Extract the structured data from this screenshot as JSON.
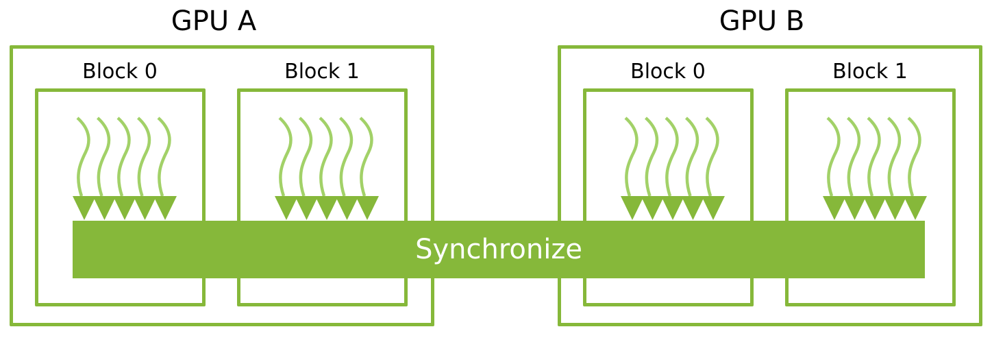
{
  "colors": {
    "frame": "#86b83a",
    "thread": "#a2d168",
    "arrow": "#86b83a",
    "sync_text": "#ffffff"
  },
  "gpus": [
    {
      "title": "GPU A",
      "blocks": [
        {
          "label": "Block 0",
          "threads": 5
        },
        {
          "label": "Block 1",
          "threads": 5
        }
      ]
    },
    {
      "title": "GPU B",
      "blocks": [
        {
          "label": "Block 0",
          "threads": 5
        },
        {
          "label": "Block 1",
          "threads": 5
        }
      ]
    }
  ],
  "sync": {
    "label": "Synchronize"
  }
}
